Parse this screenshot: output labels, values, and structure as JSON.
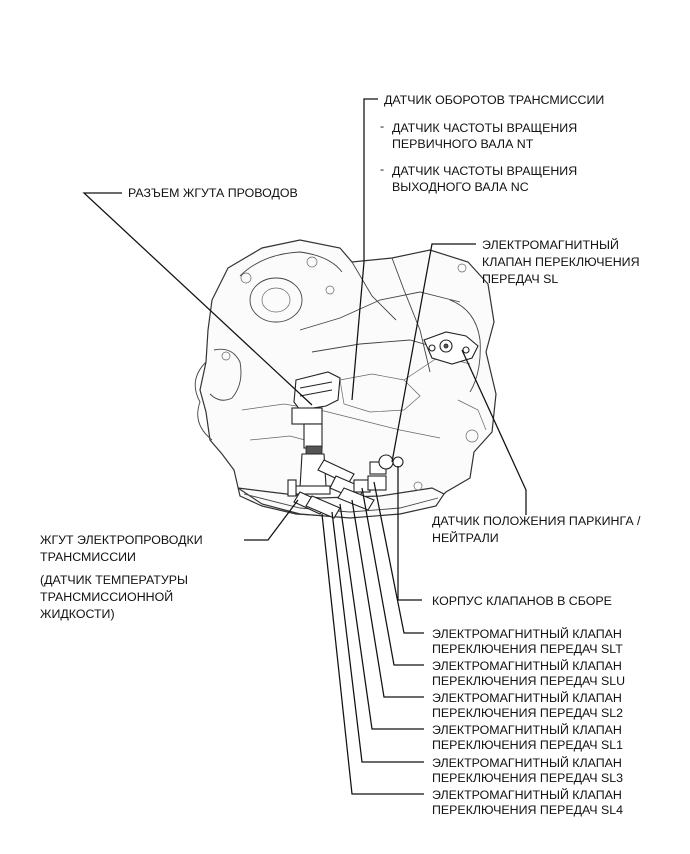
{
  "labels": {
    "speed_sensor": "ДАТЧИК ОБОРОТОВ ТРАНСМИССИИ",
    "speed_sensor_nt_1": "ДАТЧИК ЧАСТОТЫ ВРАЩЕНИЯ",
    "speed_sensor_nt_2": "ПЕРВИЧНОГО ВАЛА NT",
    "speed_sensor_nc_1": "ДАТЧИК ЧАСТОТЫ ВРАЩЕНИЯ",
    "speed_sensor_nc_2": "ВЫХОДНОГО ВАЛА NC",
    "bullet": "-",
    "harness_connector": "РАЗЪЕМ ЖГУТА ПРОВОДОВ",
    "solenoid_sl_1": "ЭЛЕКТРОМАГНИТНЫЙ",
    "solenoid_sl_2": "КЛАПАН ПЕРЕКЛЮЧЕНИЯ",
    "solenoid_sl_3": "ПЕРЕДАЧ SL",
    "park_neutral_1": "ДАТЧИК ПОЛОЖЕНИЯ ПАРКИНГА /",
    "park_neutral_2": "НЕЙТРАЛИ",
    "wire_harness_1": "ЖГУТ ЭЛЕКТРОПРОВОДКИ",
    "wire_harness_2": "ТРАНСМИССИИ",
    "temp_sensor_1": "(ДАТЧИК ТЕМПЕРАТУРЫ",
    "temp_sensor_2": "ТРАНСМИССИОННОЙ",
    "temp_sensor_3": "ЖИДКОСТИ)",
    "valve_body": "КОРПУС КЛАПАНОВ В СБОРЕ",
    "solenoid_list": [
      {
        "line1": "ЭЛЕКТРОМАГНИТНЫЙ КЛАПАН",
        "line2": "ПЕРЕКЛЮЧЕНИЯ ПЕРЕДАЧ SLT"
      },
      {
        "line1": "ЭЛЕКТРОМАГНИТНЫЙ КЛАПАН",
        "line2": "ПЕРЕКЛЮЧЕНИЯ ПЕРЕДАЧ SLU"
      },
      {
        "line1": "ЭЛЕКТРОМАГНИТНЫЙ КЛАПАН",
        "line2": "ПЕРЕКЛЮЧЕНИЯ ПЕРЕДАЧ SL2"
      },
      {
        "line1": "ЭЛЕКТРОМАГНИТНЫЙ КЛАПАН",
        "line2": "ПЕРЕКЛЮЧЕНИЯ ПЕРЕДАЧ SL1"
      },
      {
        "line1": "ЭЛЕКТРОМАГНИТНЫЙ КЛАПАН",
        "line2": "ПЕРЕКЛЮЧЕНИЯ ПЕРЕДАЧ SL3"
      },
      {
        "line1": "ЭЛЕКТРОМАГНИТНЫЙ КЛАПАН",
        "line2": "ПЕРЕКЛЮЧЕНИЯ ПЕРЕДАЧ SL4"
      }
    ]
  }
}
